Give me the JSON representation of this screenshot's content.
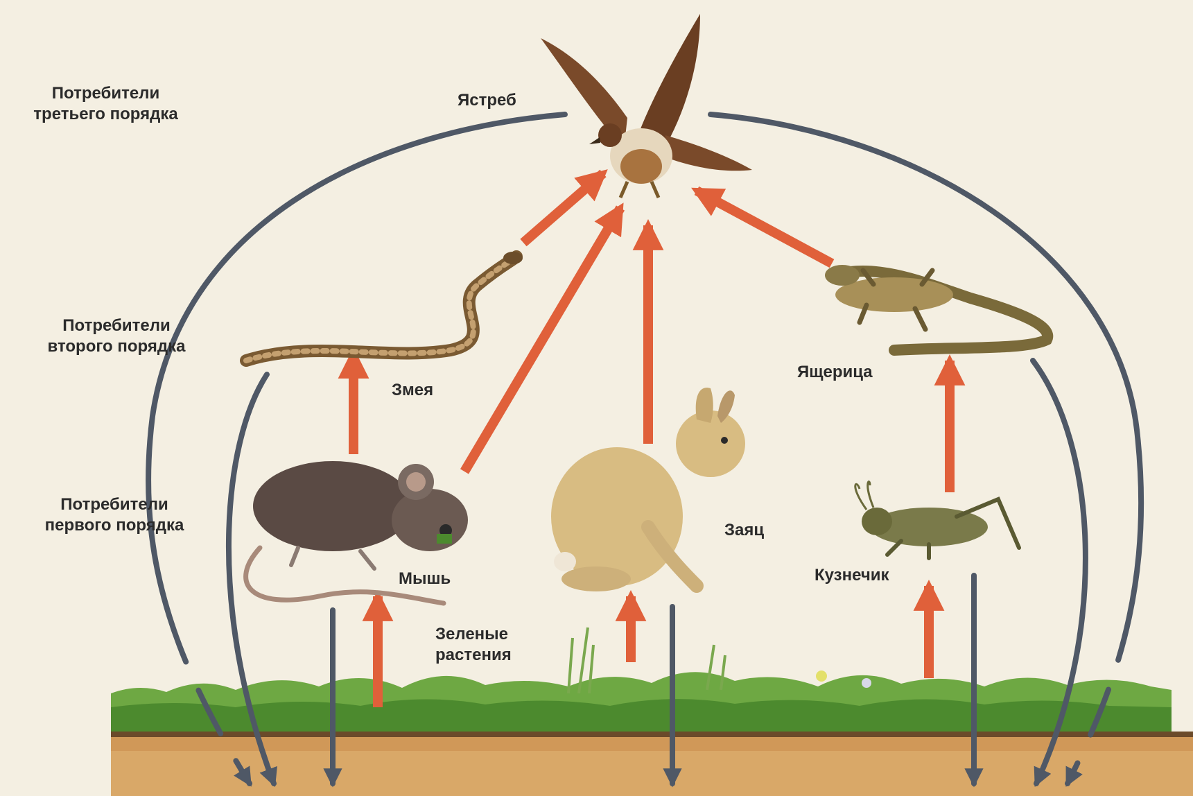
{
  "levels": {
    "third": [
      "Потребители",
      "третьего порядка"
    ],
    "second": [
      "Потребители",
      "второго порядка"
    ],
    "first": [
      "Потребители",
      "первого порядка"
    ]
  },
  "organisms": {
    "hawk": "Ястреб",
    "snake": "Змея",
    "lizard": "Ящерица",
    "mouse": "Мышь",
    "hare": "Заяц",
    "grasshopper": "Кузнечик",
    "plants": [
      "Зеленые",
      "растения"
    ]
  },
  "colors": {
    "background": "#f4efe2",
    "energy_arrow": "#e0603a",
    "decay_arrow": "#4f5866",
    "soil": "#d9a868",
    "grass": "#5f9a3a"
  }
}
